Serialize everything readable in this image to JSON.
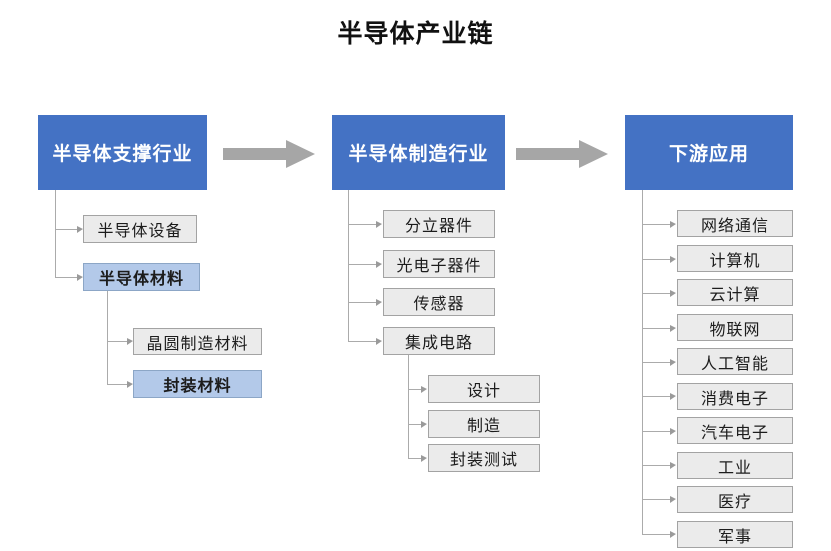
{
  "title": "半导体产业链",
  "colors": {
    "header_blue": "#4472C4",
    "highlight_blue": "#B3C9E9",
    "node_gray": "#EBEBEB",
    "node_border_gray": "#A3A3A3",
    "arrow_gray": "#A6A6A6",
    "connector_gray": "#ABABAB",
    "header_text": "#FFFFFF",
    "node_text": "#1C1C1C"
  },
  "icons": {
    "flow_arrow": "right-arrow"
  },
  "columns": [
    {
      "header": "半导体支撑行业",
      "children": [
        {
          "label": "半导体设备",
          "style": "gray"
        },
        {
          "label": "半导体材料",
          "style": "highlight-bold",
          "children": [
            {
              "label": "晶圆制造材料",
              "style": "gray"
            },
            {
              "label": "封装材料",
              "style": "highlight-bold"
            }
          ]
        }
      ]
    },
    {
      "header": "半导体制造行业",
      "children": [
        {
          "label": "分立器件",
          "style": "gray"
        },
        {
          "label": "光电子器件",
          "style": "gray"
        },
        {
          "label": "传感器",
          "style": "gray"
        },
        {
          "label": "集成电路",
          "style": "gray",
          "children": [
            {
              "label": "设计",
              "style": "gray"
            },
            {
              "label": "制造",
              "style": "gray"
            },
            {
              "label": "封装测试",
              "style": "gray"
            }
          ]
        }
      ]
    },
    {
      "header": "下游应用",
      "children": [
        {
          "label": "网络通信",
          "style": "gray"
        },
        {
          "label": "计算机",
          "style": "gray"
        },
        {
          "label": "云计算",
          "style": "gray"
        },
        {
          "label": "物联网",
          "style": "gray"
        },
        {
          "label": "人工智能",
          "style": "gray"
        },
        {
          "label": "消费电子",
          "style": "gray"
        },
        {
          "label": "汽车电子",
          "style": "gray"
        },
        {
          "label": "工业",
          "style": "gray"
        },
        {
          "label": "医疗",
          "style": "gray"
        },
        {
          "label": "军事",
          "style": "gray"
        }
      ]
    }
  ]
}
